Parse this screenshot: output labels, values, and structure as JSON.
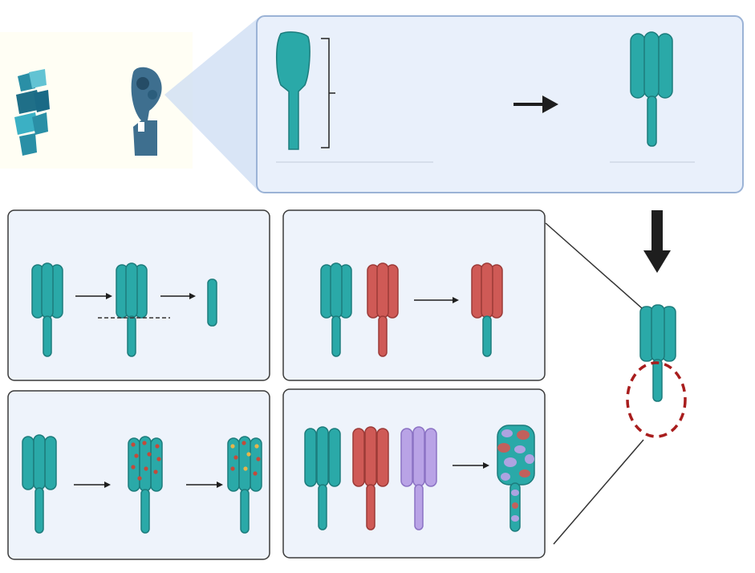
{
  "colors": {
    "teal": "#2aa9a8",
    "teal_stroke": "#1c7c7c",
    "red": "#cf5a56",
    "red_stroke": "#9c3a37",
    "lavender": "#b9a3e6",
    "lavender_stroke": "#8b72c4",
    "panel_fill": "#eef3fb",
    "panel_stroke": "#3a3a3a",
    "top_panel_stroke": "#9bb3d6",
    "dashed_circle": "#a81d1d",
    "arrow": "#1e1e1e"
  },
  "icons": [
    "flag-specimen-icon",
    "protein-sketch-icon",
    "antibody-icon",
    "arrow-icon",
    "bracket-icon",
    "scissors-line-icon"
  ],
  "panels": [
    {
      "id": "top-panel",
      "description_terms": []
    },
    {
      "id": "panel-truncation"
    },
    {
      "id": "panel-swap"
    },
    {
      "id": "panel-mutation"
    },
    {
      "id": "panel-chimera"
    }
  ]
}
